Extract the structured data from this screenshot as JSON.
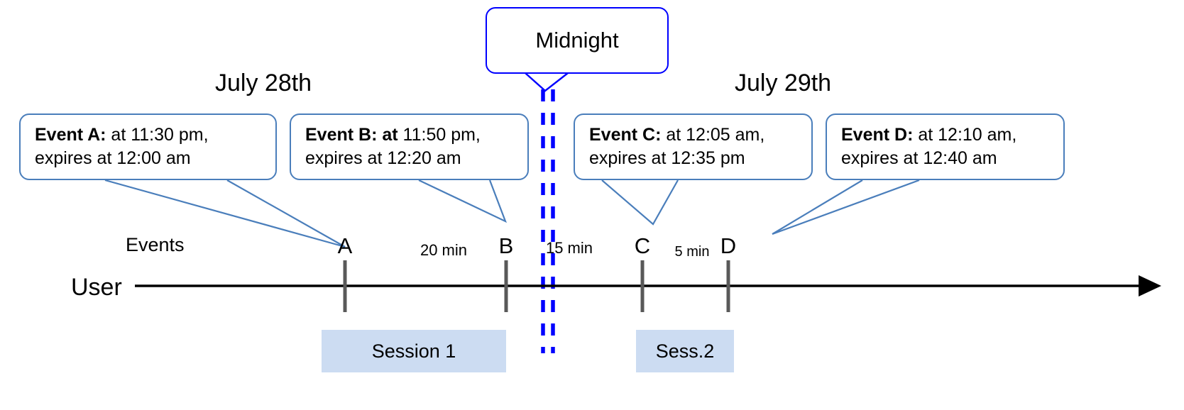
{
  "diagram": {
    "title_bubble": {
      "label": "Midnight",
      "border_color": "#0000ff"
    },
    "dates": [
      {
        "label": "July 28th"
      },
      {
        "label": "July 29th"
      }
    ],
    "rows": {
      "events_label": "Events",
      "user_label": "User"
    },
    "callouts": [
      {
        "id": "event-a",
        "lead": "Event A:",
        "rest": " at 11:30 pm,",
        "line2": "expires at 12:00 am",
        "border_color": "#4a7ebb"
      },
      {
        "id": "event-b",
        "lead": "Event B: at",
        "rest": " 11:50 pm,",
        "line2": "expires at 12:20 am",
        "border_color": "#4a7ebb"
      },
      {
        "id": "event-c",
        "lead": "Event C:",
        "rest": " at 12:05 am,",
        "line2": "expires at 12:35 pm",
        "border_color": "#4a7ebb"
      },
      {
        "id": "event-d",
        "lead": "Event D:",
        "rest": "  at 12:10 am,",
        "line2": "expires at 12:40 am",
        "border_color": "#4a7ebb"
      }
    ],
    "markers": [
      {
        "letter": "A"
      },
      {
        "letter": "B"
      },
      {
        "letter": "C"
      },
      {
        "letter": "D"
      }
    ],
    "intervals": [
      {
        "label": "20 min"
      },
      {
        "label": "15 min"
      },
      {
        "label": "5 min"
      }
    ],
    "sessions": [
      {
        "label": "Session 1",
        "color": "#ccdcf2"
      },
      {
        "label": "Sess.2",
        "color": "#ccdcf2"
      }
    ],
    "colors": {
      "callout_border": "#4a7ebb",
      "midnight_line": "#0000ff",
      "tick": "#595959",
      "axis": "#000000",
      "session_fill": "#ccdcf2"
    }
  }
}
